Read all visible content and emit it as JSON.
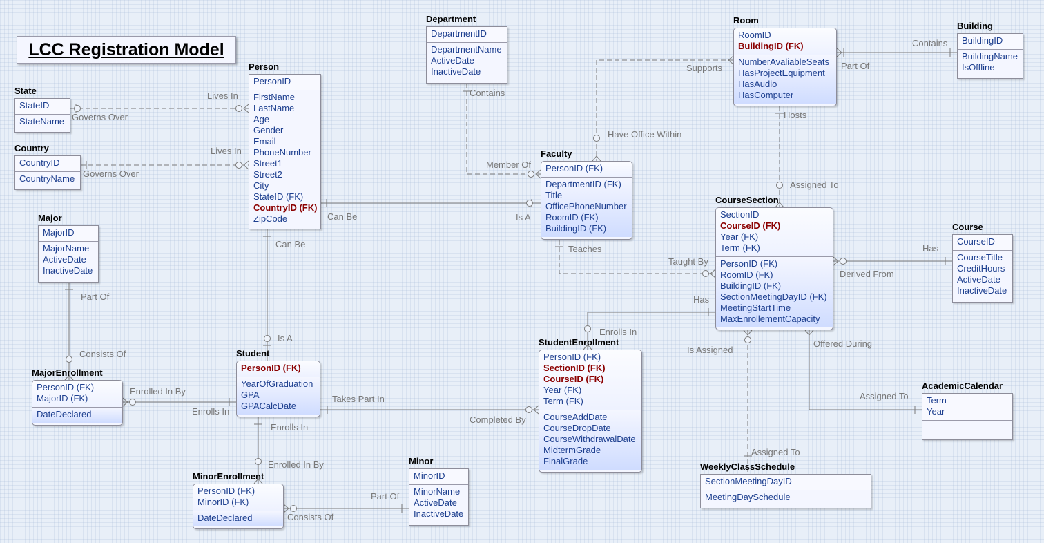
{
  "title": "LCC Registration Model",
  "entities": {
    "state": {
      "name": "State",
      "key": [
        {
          "t": "StateID"
        }
      ],
      "attrs": [
        {
          "t": "StateName"
        }
      ]
    },
    "country": {
      "name": "Country",
      "key": [
        {
          "t": "CountryID"
        }
      ],
      "attrs": [
        {
          "t": "CountryName"
        }
      ]
    },
    "person": {
      "name": "Person",
      "key": [
        {
          "t": "PersonID"
        }
      ],
      "attrs": [
        {
          "t": "FirstName"
        },
        {
          "t": "LastName"
        },
        {
          "t": "Age"
        },
        {
          "t": "Gender"
        },
        {
          "t": "Email"
        },
        {
          "t": "PhoneNumber"
        },
        {
          "t": "Street1"
        },
        {
          "t": "Street2"
        },
        {
          "t": "City"
        },
        {
          "t": "StateID (FK)"
        },
        {
          "t": "CountryID (FK)",
          "fk": true
        },
        {
          "t": "ZipCode"
        }
      ]
    },
    "department": {
      "name": "Department",
      "key": [
        {
          "t": "DepartmentID"
        }
      ],
      "attrs": [
        {
          "t": "DepartmentName"
        },
        {
          "t": "ActiveDate"
        },
        {
          "t": "InactiveDate"
        }
      ]
    },
    "room": {
      "name": "Room",
      "key": [
        {
          "t": "RoomID"
        },
        {
          "t": "BuildingID (FK)",
          "fk": true
        }
      ],
      "attrs": [
        {
          "t": "NumberAvaliableSeats"
        },
        {
          "t": "HasProjectEquipment"
        },
        {
          "t": "HasAudio"
        },
        {
          "t": "HasComputer"
        }
      ]
    },
    "building": {
      "name": "Building",
      "key": [
        {
          "t": "BuildingID"
        }
      ],
      "attrs": [
        {
          "t": "BuildingName"
        },
        {
          "t": "IsOffline"
        }
      ]
    },
    "faculty": {
      "name": "Faculty",
      "key": [
        {
          "t": "PersonID (FK)"
        }
      ],
      "attrs": [
        {
          "t": "DepartmentID (FK)"
        },
        {
          "t": "Title"
        },
        {
          "t": "OfficePhoneNumber"
        },
        {
          "t": "RoomID (FK)"
        },
        {
          "t": "BuildingID (FK)"
        }
      ]
    },
    "major": {
      "name": "Major",
      "key": [
        {
          "t": "MajorID"
        }
      ],
      "attrs": [
        {
          "t": "MajorName"
        },
        {
          "t": "ActiveDate"
        },
        {
          "t": "InactiveDate"
        }
      ]
    },
    "coursesection": {
      "name": "CourseSection",
      "key": [
        {
          "t": "SectionID"
        },
        {
          "t": "CourseID (FK)",
          "fk": true
        },
        {
          "t": "Year (FK)"
        },
        {
          "t": "Term (FK)"
        }
      ],
      "attrs": [
        {
          "t": "PersonID (FK)"
        },
        {
          "t": "RoomID (FK)"
        },
        {
          "t": "BuildingID (FK)"
        },
        {
          "t": "SectionMeetingDayID (FK)"
        },
        {
          "t": "MeetingStartTime"
        },
        {
          "t": "MaxEnrollementCapacity"
        }
      ]
    },
    "course": {
      "name": "Course",
      "key": [
        {
          "t": "CourseID"
        }
      ],
      "attrs": [
        {
          "t": "CourseTitle"
        },
        {
          "t": "CreditHours"
        },
        {
          "t": "ActiveDate"
        },
        {
          "t": "InactiveDate"
        }
      ]
    },
    "majorenrollment": {
      "name": "MajorEnrollment",
      "key": [
        {
          "t": "PersonID (FK)"
        },
        {
          "t": "MajorID (FK)"
        }
      ],
      "attrs": [
        {
          "t": "DateDeclared"
        }
      ]
    },
    "student": {
      "name": "Student",
      "key": [
        {
          "t": "PersonID (FK)",
          "fk": true
        }
      ],
      "attrs": [
        {
          "t": "YearOfGraduation"
        },
        {
          "t": "GPA"
        },
        {
          "t": "GPACalcDate"
        }
      ]
    },
    "studentenrollment": {
      "name": "StudentEnrollment",
      "key": [
        {
          "t": "PersonID (FK)"
        },
        {
          "t": "SectionID (FK)",
          "fk": true
        },
        {
          "t": "CourseID (FK)",
          "fk": true
        },
        {
          "t": "Year (FK)"
        },
        {
          "t": "Term (FK)"
        }
      ],
      "attrs": [
        {
          "t": "CourseAddDate"
        },
        {
          "t": "CourseDropDate"
        },
        {
          "t": "CourseWithdrawalDate"
        },
        {
          "t": "MidtermGrade"
        },
        {
          "t": "FinalGrade"
        }
      ]
    },
    "academiccalendar": {
      "name": "AcademicCalendar",
      "key": [
        {
          "t": "Term"
        },
        {
          "t": "Year"
        }
      ],
      "attrs": []
    },
    "weeklyclassschedule": {
      "name": "WeeklyClassSchedule",
      "key": [
        {
          "t": "SectionMeetingDayID"
        }
      ],
      "attrs": [
        {
          "t": "MeetingDaySchedule"
        }
      ]
    },
    "minorenrollment": {
      "name": "MinorEnrollment",
      "key": [
        {
          "t": "PersonID (FK)"
        },
        {
          "t": "MinorID (FK)"
        }
      ],
      "attrs": [
        {
          "t": "DateDeclared"
        }
      ]
    },
    "minor": {
      "name": "Minor",
      "key": [
        {
          "t": "MinorID"
        }
      ],
      "attrs": [
        {
          "t": "MinorName"
        },
        {
          "t": "ActiveDate"
        },
        {
          "t": "InactiveDate"
        }
      ]
    }
  },
  "labels": {
    "lives_in_1": "Lives In",
    "governs_over_1": "Governs Over",
    "lives_in_2": "Lives In",
    "governs_over_2": "Governs Over",
    "contains_1": "Contains",
    "member_of": "Member Of",
    "supports": "Supports",
    "have_office_within": "Have Office Within",
    "part_of_1": "Part Of",
    "contains_2": "Contains",
    "hosts": "Hosts",
    "assigned_to_1": "Assigned To",
    "can_be_1": "Can Be",
    "is_a_1": "Is A",
    "can_be_2": "Can Be",
    "is_a_2": "Is A",
    "teaches": "Teaches",
    "taught_by": "Taught By",
    "has_1": "Has",
    "derived_from": "Derived From",
    "part_of_2": "Part Of",
    "consists_of_1": "Consists Of",
    "has_2": "Has",
    "enrolls_in_1": "Enrolls In",
    "is_assigned": "Is Assigned",
    "offered_during": "Offered During",
    "assigned_to_2": "Assigned To",
    "assigned_to_3": "Assigned To",
    "enrolled_in_by_1": "Enrolled In By",
    "enrolls_in_2": "Enrolls In",
    "takes_part_in": "Takes Part In",
    "completed_by": "Completed By",
    "enrolls_in_3": "Enrolls In",
    "enrolled_in_by_2": "Enrolled In By",
    "part_of_3": "Part Of",
    "consists_of_2": "Consists Of"
  },
  "colors": {
    "background": "#e8eff8",
    "line": "#7a7a7a",
    "key_text": "#1d3f8f",
    "fk_text": "#8b0000",
    "label_text": "#787878"
  }
}
